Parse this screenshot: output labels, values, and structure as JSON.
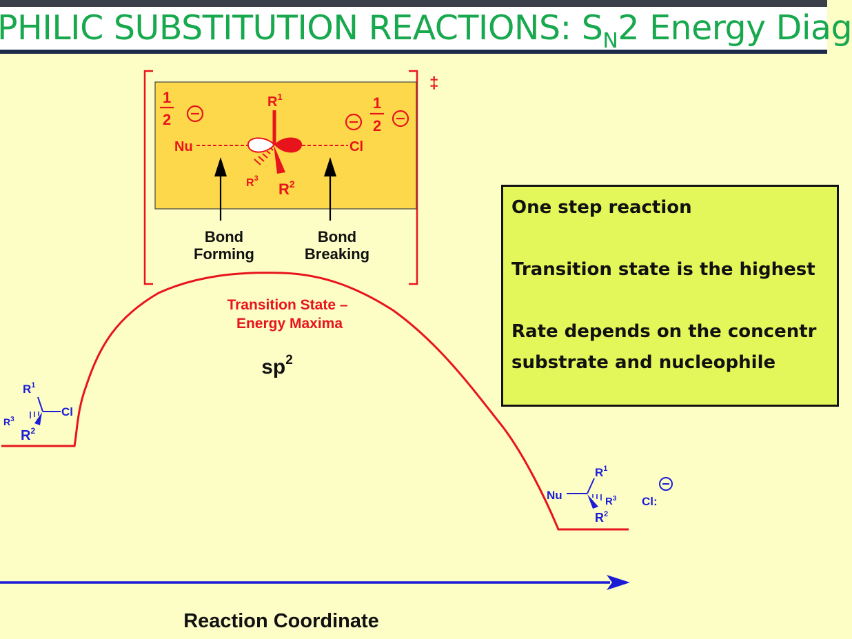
{
  "title": {
    "prefix": "PHILIC SUBSTITUTION REACTIONS: S",
    "subscript": "N",
    "suffix": "2 Energy Diag"
  },
  "transition_state": {
    "dagger": "‡",
    "half_num": "1",
    "half_den": "2",
    "minus": "−",
    "nu": "Nu",
    "cl": "Cl",
    "r1": "R",
    "r1_sup": "1",
    "r2": "R",
    "r2_sup": "2",
    "r3": "R",
    "r3_sup": "3",
    "bond_forming_line1": "Bond",
    "bond_forming_line2": "Forming",
    "bond_breaking_line1": "Bond",
    "bond_breaking_line2": "Breaking"
  },
  "curve_labels": {
    "ts_line1": "Transition State –",
    "ts_line2": "Energy Maxima",
    "hybrid": "sp",
    "hybrid_sup": "2"
  },
  "reactant": {
    "r1": "R",
    "r1_sup": "1",
    "r2": "R",
    "r2_sup": "2",
    "r3": "R",
    "r3_sup": "3",
    "cl": "Cl"
  },
  "product": {
    "nu": "Nu",
    "r1": "R",
    "r1_sup": "1",
    "r2": "R",
    "r2_sup": "2",
    "r3": "R",
    "r3_sup": "3",
    "cl": "Cl:",
    "minus": "−"
  },
  "info": {
    "line1": "One step reaction",
    "line2": "Transition state is the highest",
    "line3": "Rate depends on the concentr",
    "line4": "substrate and nucleophile"
  },
  "axis": {
    "x_label": "Reaction Coordinate"
  },
  "colors": {
    "red": "#e8141c",
    "blue": "#1c1cd6",
    "green": "#18a84e",
    "panel": "#fcd84a",
    "box": "#e4f75a"
  }
}
